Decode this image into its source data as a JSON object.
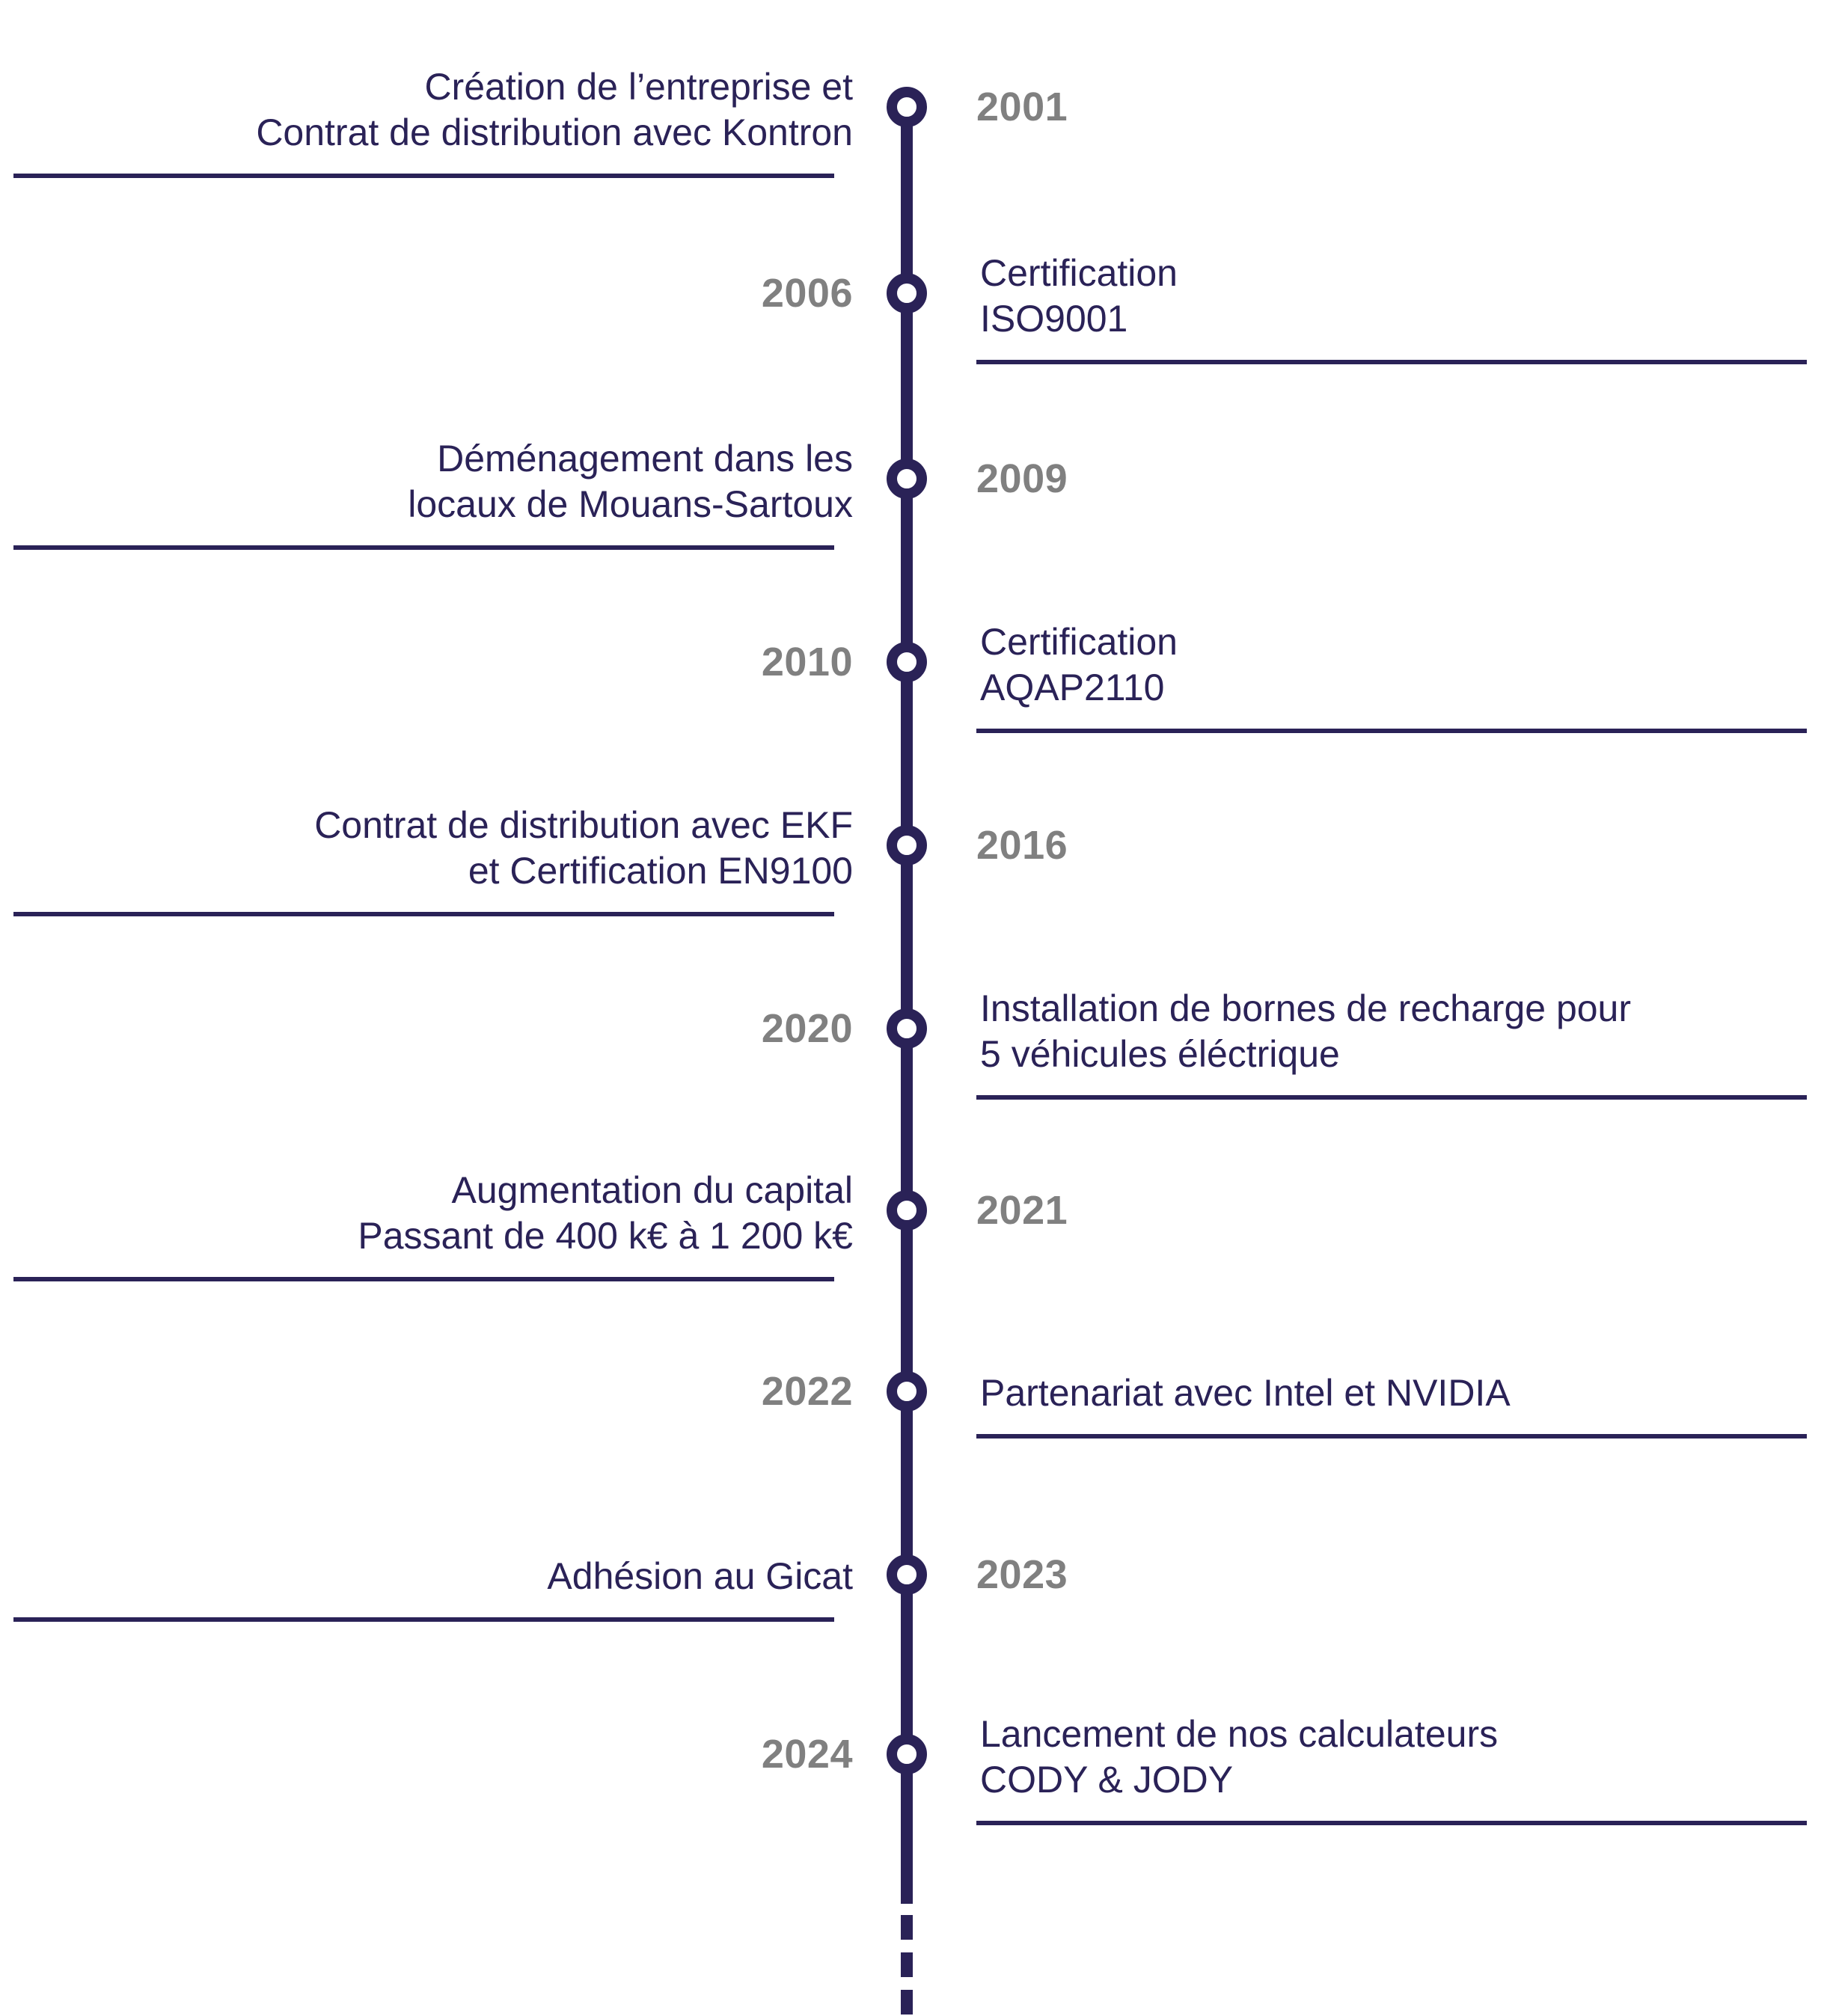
{
  "diagram": {
    "type": "vertical-timeline",
    "orientation": "vertical",
    "axis_color": "#2A2257",
    "year_color": "#808080",
    "text_color": "#2A2257",
    "background": "#ffffff",
    "continues_after_last": true,
    "events": [
      {
        "year": "2001",
        "year_side": "right",
        "text_side": "left",
        "lines": [
          "Création de l’entreprise et",
          "Contrat de distribution avec Kontron"
        ],
        "has_rule": true
      },
      {
        "year": "2006",
        "year_side": "left",
        "text_side": "right",
        "lines": [
          "Certification",
          "ISO9001"
        ],
        "has_rule": true
      },
      {
        "year": "2009",
        "year_side": "right",
        "text_side": "left",
        "lines": [
          "Déménagement dans les",
          "locaux de Mouans-Sartoux"
        ],
        "has_rule": true
      },
      {
        "year": "2010",
        "year_side": "left",
        "text_side": "right",
        "lines": [
          "Certification",
          "AQAP2110"
        ],
        "has_rule": true
      },
      {
        "year": "2016",
        "year_side": "right",
        "text_side": "left",
        "lines": [
          "Contrat de distribution avec EKF",
          "et Certification EN9100"
        ],
        "has_rule": true
      },
      {
        "year": "2020",
        "year_side": "left",
        "text_side": "right",
        "lines": [
          "Installation de bornes de recharge pour",
          "5 véhicules éléctrique"
        ],
        "has_rule": true
      },
      {
        "year": "2021",
        "year_side": "right",
        "text_side": "left",
        "lines": [
          "Augmentation du capital",
          "Passant de 400 k€ à 1 200 k€"
        ],
        "has_rule": true
      },
      {
        "year": "2022",
        "year_side": "left",
        "text_side": "right",
        "lines": [
          "Partenariat avec Intel et NVIDIA"
        ],
        "has_rule": true
      },
      {
        "year": "2023",
        "year_side": "right",
        "text_side": "left",
        "lines": [
          "Adhésion au Gicat"
        ],
        "has_rule": true
      },
      {
        "year": "2024",
        "year_side": "left",
        "text_side": "right",
        "lines": [
          "Lancement de nos calculateurs",
          "CODY &amp; JODY"
        ],
        "has_rule": true
      }
    ]
  }
}
